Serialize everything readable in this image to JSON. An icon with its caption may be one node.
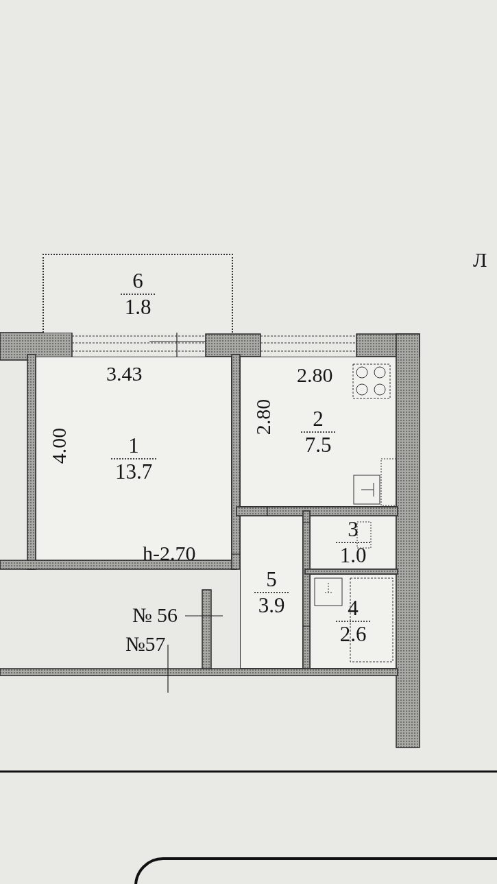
{
  "diagram": {
    "nodes": [
      {
        "text": [
          "6",
          "1.8"
        ]
      },
      {
        "text": [
          "1",
          "13.7"
        ]
      },
      {
        "text": [
          "2",
          "7.5"
        ]
      },
      {
        "text": [
          "3",
          "1.0"
        ]
      },
      {
        "text": [
          "5",
          "3.9"
        ]
      },
      {
        "text": [
          "4",
          "2.6"
        ]
      }
    ],
    "labels": [
      "Л",
      "3.43",
      "2.80",
      "4.00",
      "2.80",
      "h-2.70",
      "№ 56",
      "№57"
    ]
  }
}
